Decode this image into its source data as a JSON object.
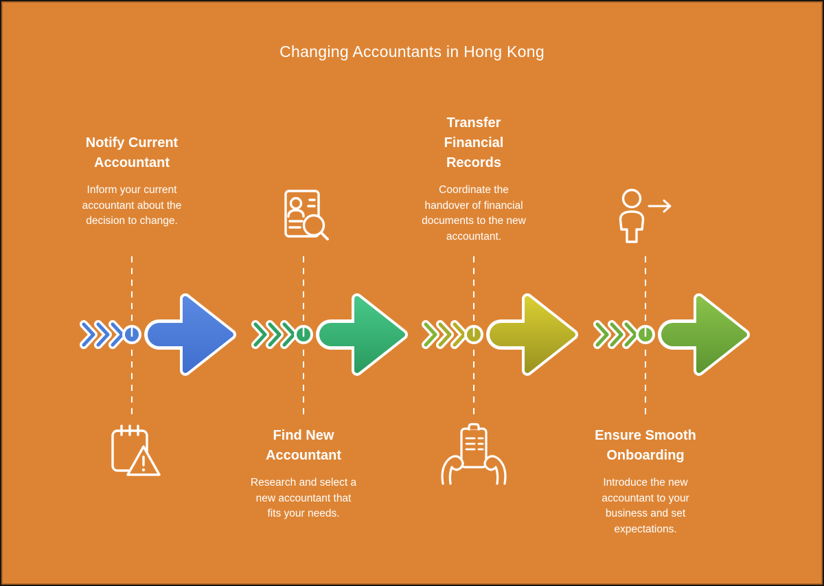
{
  "title": "Changing Accountants in Hong Kong",
  "colors": {
    "background": "#dd8434",
    "text": "#ffffff",
    "outline": "#ffffff"
  },
  "steps": [
    {
      "name": "notify-current-accountant",
      "title": "Notify Current Accountant",
      "description": "Inform your current accountant about the decision to change.",
      "icon": "notepad-warning-icon",
      "text_position": "above",
      "icon_position": "below",
      "arrow_gradient": [
        "#5a89e2",
        "#406fce"
      ],
      "chevron_colors": [
        "#4a7ed8",
        "#4a7ed8",
        "#4a7ed8"
      ],
      "dot_color": "#4a7ed8"
    },
    {
      "name": "find-new-accountant",
      "title": "Find New Accountant",
      "description": "Research and select a new accountant that fits your needs.",
      "icon": "resume-search-icon",
      "text_position": "below",
      "icon_position": "above",
      "arrow_gradient": [
        "#47c789",
        "#2b9c60"
      ],
      "chevron_colors": [
        "#2fa164",
        "#2fa164",
        "#2fa164"
      ],
      "dot_color": "#31a768"
    },
    {
      "name": "transfer-financial-records",
      "title": "Transfer Financial Records",
      "description": "Coordinate the handover of financial documents to the new accountant.",
      "icon": "clipboard-hands-icon",
      "text_position": "above",
      "icon_position": "below",
      "arrow_gradient": [
        "#d9ce33",
        "#9a931f"
      ],
      "chevron_colors": [
        "#84b438",
        "#a4ad2d",
        "#b5ae27"
      ],
      "dot_color": "#b2ab26"
    },
    {
      "name": "ensure-smooth-onboarding",
      "title": "Ensure Smooth Onboarding",
      "description": "Introduce the new accountant to your business and set expectations.",
      "icon": "person-forward-icon",
      "text_position": "below",
      "icon_position": "above",
      "arrow_gradient": [
        "#8ac24b",
        "#5c9630"
      ],
      "chevron_colors": [
        "#6fad3c",
        "#6fad3c",
        "#6fad3c"
      ],
      "dot_color": "#74b23f"
    }
  ]
}
